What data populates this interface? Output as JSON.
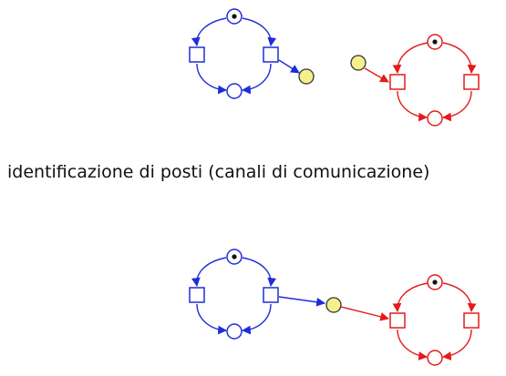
{
  "caption": "identificazione di posti (canali di comunicazione)",
  "colors": {
    "blue_net": "#1e2ed6",
    "red_net": "#e41b1b",
    "shared_place_fill": "#f5f08c",
    "shared_place_stroke": "#333333",
    "token": "#111111"
  },
  "nets": [
    {
      "id": "top-blue-net",
      "color": "blue",
      "places": [
        "place-marked",
        "place-empty"
      ],
      "transitions": [
        "transition-left",
        "transition-right"
      ],
      "marked_place_tokens": 1
    },
    {
      "id": "top-red-net",
      "color": "red",
      "places": [
        "place-marked",
        "place-empty"
      ],
      "transitions": [
        "transition-left",
        "transition-right"
      ],
      "marked_place_tokens": 1
    },
    {
      "id": "bottom-blue-net",
      "color": "blue",
      "places": [
        "place-marked",
        "place-empty"
      ],
      "transitions": [
        "transition-left",
        "transition-right"
      ],
      "marked_place_tokens": 1
    },
    {
      "id": "bottom-red-net",
      "color": "red",
      "places": [
        "place-marked",
        "place-empty"
      ],
      "transitions": [
        "transition-left",
        "transition-right"
      ],
      "marked_place_tokens": 1
    }
  ],
  "shared_places": [
    {
      "id": "top-blue-output-place",
      "description": "yellow place fed by blue net"
    },
    {
      "id": "top-red-input-place",
      "description": "yellow place feeding red net"
    },
    {
      "id": "bottom-shared-place",
      "description": "identified yellow place connecting both nets"
    }
  ]
}
